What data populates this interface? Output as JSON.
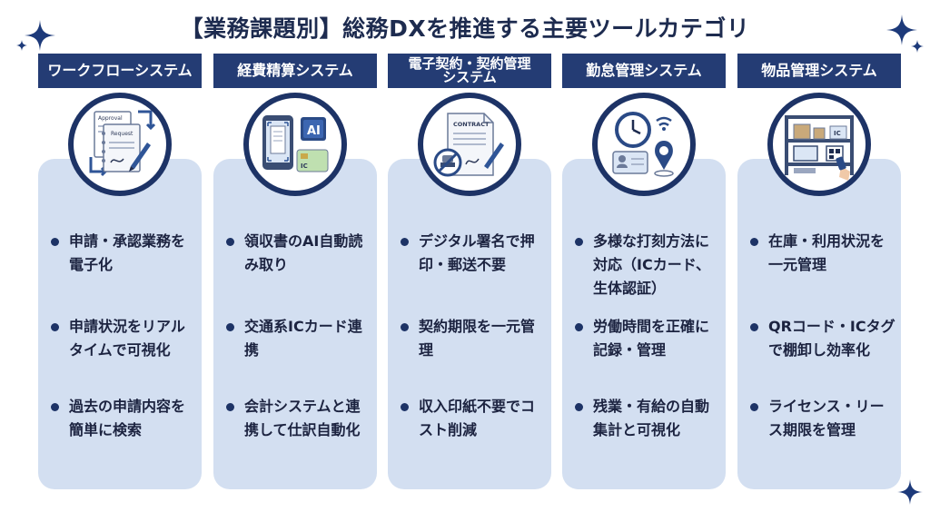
{
  "title": "【業務課題別】総務DXを推進する主要ツールカテゴリ",
  "colors": {
    "header": "#243c74",
    "card": "#d3dff1",
    "ring": "#1d3366",
    "text": "#1c2340"
  },
  "columns": [
    {
      "header": "ワークフローシステム",
      "icon": "workflow-documents-icon",
      "icon_labels": [
        "Approval",
        "Request"
      ],
      "bullets": [
        "申請・承認業務を電子化",
        "申請状況をリアルタイムで可視化",
        "過去の申請内容を簡単に検索"
      ]
    },
    {
      "header": "経費精算システム",
      "icon": "receipt-scan-icon",
      "icon_labels": [
        "AI",
        "IC"
      ],
      "bullets": [
        "領収書のAI自動読み取り",
        "交通系ICカード連携",
        "会計システムと連携して仕訳自動化"
      ]
    },
    {
      "header": "電子契約・契約管理\nシステム",
      "icon": "contract-sign-icon",
      "icon_labels": [
        "CONTRACT"
      ],
      "bullets": [
        "デジタル署名で押印・郵送不要",
        "契約期限を一元管理",
        "収入印紙不要でコスト削減"
      ]
    },
    {
      "header": "勤怠管理システム",
      "icon": "attendance-clock-icon",
      "icon_labels": [],
      "bullets": [
        "多様な打刻方法に対応（ICカード、生体認証）",
        "労働時間を正確に記録・管理",
        "残業・有給の自動集計と可視化"
      ]
    },
    {
      "header": "物品管理システム",
      "icon": "inventory-shelf-icon",
      "icon_labels": [
        "IC"
      ],
      "bullets": [
        "在庫・利用状況を一元管理",
        "QRコード・ICタグで棚卸し効率化",
        "ライセンス・リース期限を管理"
      ]
    }
  ]
}
